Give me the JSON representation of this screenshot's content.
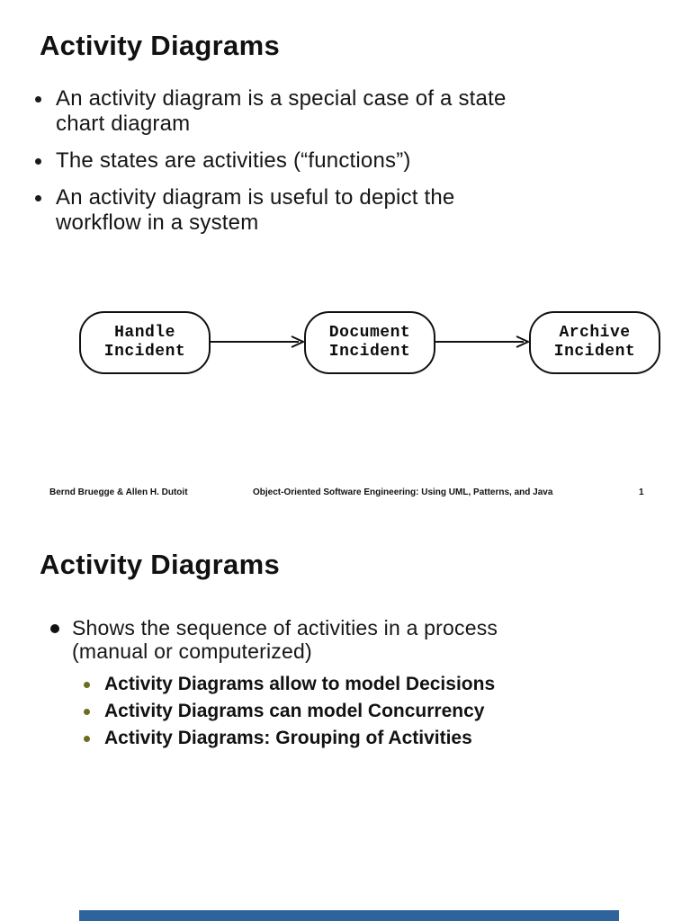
{
  "colors": {
    "text": "#1a1a1a",
    "sub_bullet_dot": "#6b6d1f",
    "bottom_bar": "#2e639c"
  },
  "page1": {
    "title": "Activity Diagrams",
    "bullets": [
      {
        "lines": [
          "An activity diagram is a special case of a state",
          "chart diagram"
        ]
      },
      {
        "lines": [
          "The states are activities (“functions”)",
          ""
        ]
      },
      {
        "lines": [
          "An activity diagram is useful to depict the",
          "workflow in a system"
        ]
      }
    ],
    "diagram": {
      "nodes": [
        {
          "line1": "Handle",
          "line2": "Incident"
        },
        {
          "line1": "Document",
          "line2": "Incident"
        },
        {
          "line1": "Archive",
          "line2": "Incident"
        }
      ]
    },
    "footer": {
      "authors": "Bernd Bruegge & Allen H. Dutoit",
      "book": "Object-Oriented Software Engineering: Using UML, Patterns, and Java",
      "page_number": "1"
    }
  },
  "page2": {
    "title": "Activity Diagrams",
    "bullet": {
      "lines": [
        "Shows the sequence of activities in a process",
        "(manual or computerized)"
      ]
    },
    "sub_bullets": [
      {
        "label": "Activity Diagrams allow to model Decisions"
      },
      {
        "label": "Activity Diagrams can model Concurrency"
      },
      {
        "label": "Activity Diagrams: Grouping of Activities"
      }
    ]
  }
}
